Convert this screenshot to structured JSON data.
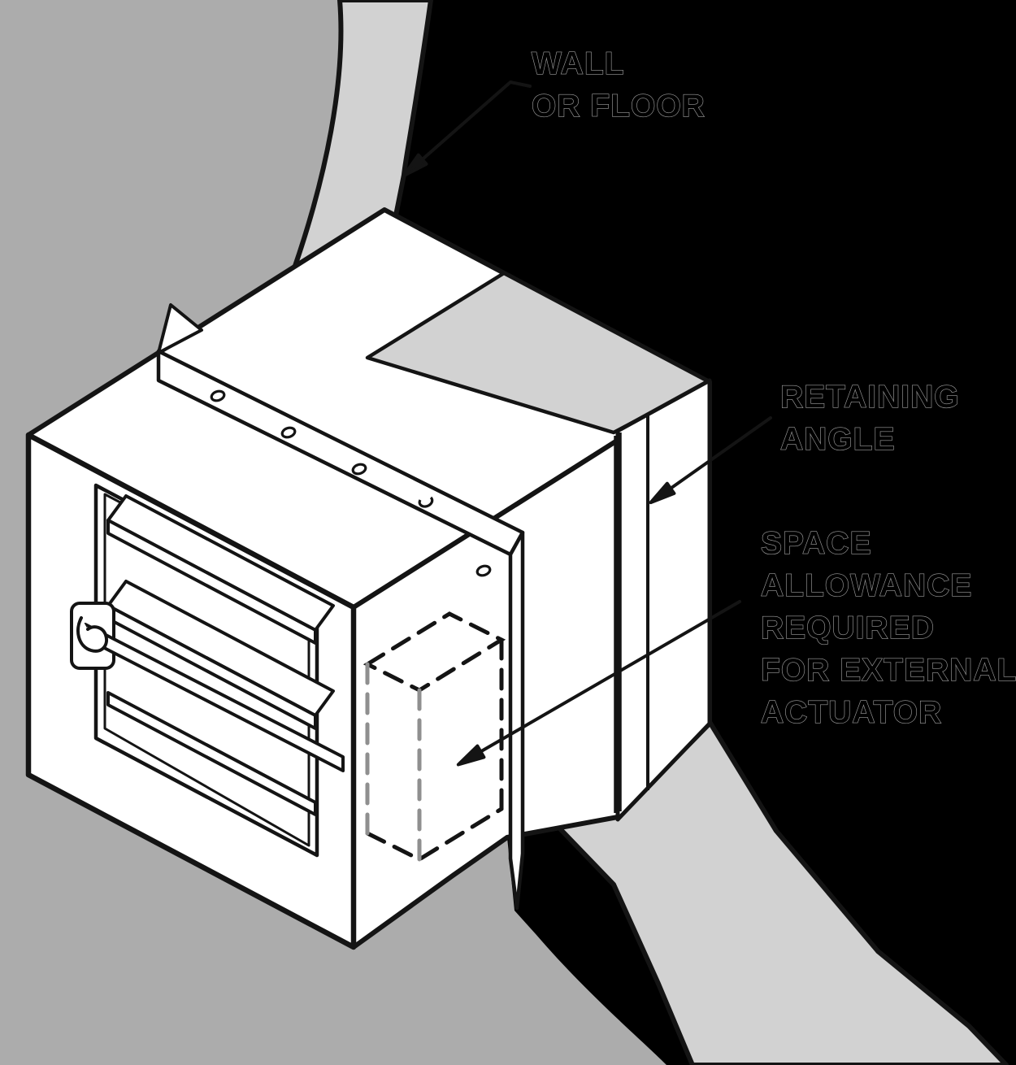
{
  "labels": {
    "wall_or_floor": {
      "lines": [
        "WALL",
        "OR FLOOR"
      ]
    },
    "retaining_angle": {
      "lines": [
        "RETAINING",
        "ANGLE"
      ]
    },
    "space_allowance": {
      "lines": [
        "SPACE",
        "ALLOWANCE",
        "REQUIRED",
        "FOR EXTERNAL",
        "ACTUATOR"
      ]
    }
  },
  "icons": {
    "leader_arrowhead": "filled triangular arrowhead on leader line"
  },
  "colors": {
    "background": "#000000",
    "wall_face": "#acacac",
    "wall_cut_edge": "#d2d2d2",
    "line": "#141414",
    "fill_white": "#ffffff",
    "hidden_edge": "#8f8f8f",
    "text_fill": "#000000",
    "text_outline": "#9e9e9e"
  }
}
